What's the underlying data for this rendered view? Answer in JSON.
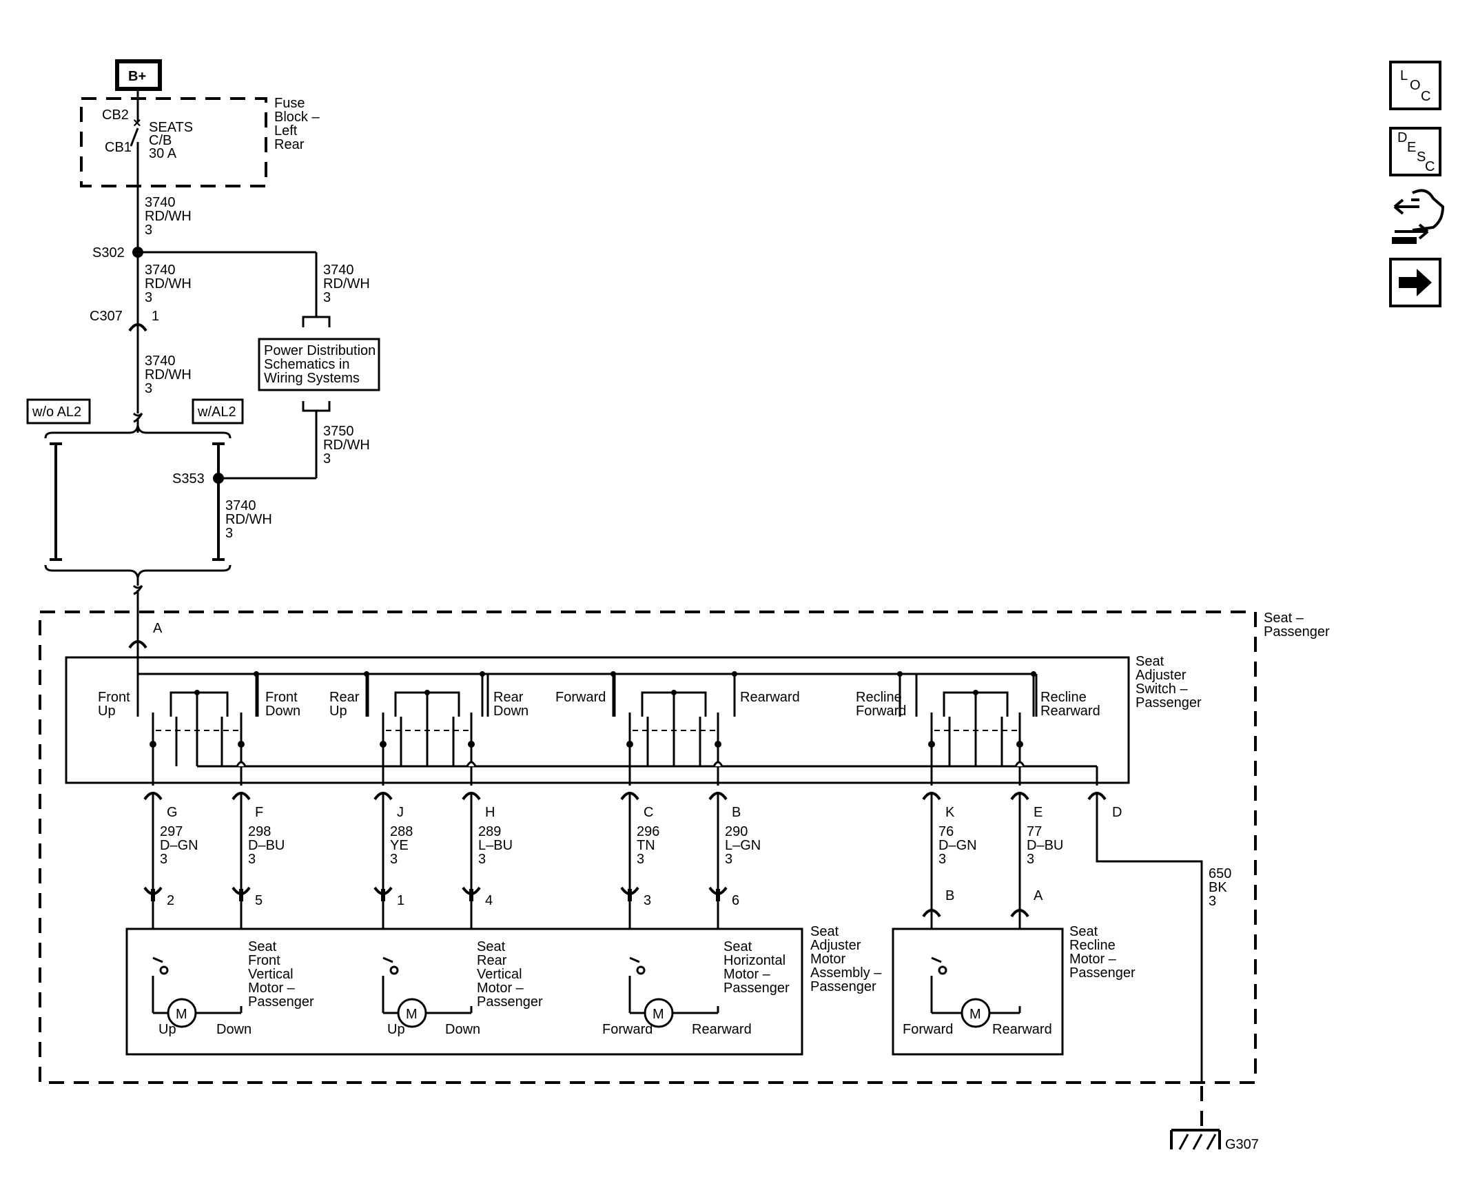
{
  "top": {
    "bplus": "B+",
    "fuse_block": [
      "Fuse",
      "Block –",
      "Left",
      "Rear"
    ],
    "cb2": "CB2",
    "cb1": "CB1",
    "seats_cb": [
      "SEATS",
      "C/B",
      "30 A"
    ],
    "wire1": [
      "3740",
      "RD/WH",
      "3"
    ],
    "s302": "S302",
    "wire2": [
      "3740",
      "RD/WH",
      "3"
    ],
    "wire3": [
      "3740",
      "RD/WH",
      "3"
    ],
    "c307": "C307",
    "c307_pin": "1",
    "wire4": [
      "3740",
      "RD/WH",
      "3"
    ],
    "power_dist": [
      "Power Distribution",
      "Schematics in",
      "Wiring Systems"
    ],
    "wire5": [
      "3750",
      "RD/WH",
      "3"
    ],
    "wo_al2": "w/o AL2",
    "w_al2": "w/AL2",
    "s353": "S353",
    "wire6": [
      "3740",
      "RD/WH",
      "3"
    ]
  },
  "seat_passenger": [
    "Seat –",
    "Passenger"
  ],
  "pin_a": "A",
  "switch": {
    "name": [
      "Seat",
      "Adjuster",
      "Switch –",
      "Passenger"
    ],
    "labels": {
      "front_up": [
        "Front",
        "Up"
      ],
      "front_down": [
        "Front",
        "Down"
      ],
      "rear_up": [
        "Rear",
        "Up"
      ],
      "rear_down": [
        "Rear",
        "Down"
      ],
      "forward": "Forward",
      "rearward": "Rearward",
      "recline_forward": [
        "Recline",
        "Forward"
      ],
      "recline_rearward": [
        "Recline",
        "Rearward"
      ]
    }
  },
  "circuits": [
    {
      "pin": "G",
      "circuit": "297",
      "color": "D–GN",
      "gauge": "3",
      "motor_pin": "2"
    },
    {
      "pin": "F",
      "circuit": "298",
      "color": "D–BU",
      "gauge": "3",
      "motor_pin": "5"
    },
    {
      "pin": "J",
      "circuit": "288",
      "color": "YE",
      "gauge": "3",
      "motor_pin": "1"
    },
    {
      "pin": "H",
      "circuit": "289",
      "color": "L–BU",
      "gauge": "3",
      "motor_pin": "4"
    },
    {
      "pin": "C",
      "circuit": "296",
      "color": "TN",
      "gauge": "3",
      "motor_pin": "3"
    },
    {
      "pin": "B",
      "circuit": "290",
      "color": "L–GN",
      "gauge": "3",
      "motor_pin": "6"
    },
    {
      "pin": "K",
      "circuit": "76",
      "color": "D–GN",
      "gauge": "3",
      "motor_pin": "B"
    },
    {
      "pin": "E",
      "circuit": "77",
      "color": "D–BU",
      "gauge": "3",
      "motor_pin": "A"
    }
  ],
  "ground": {
    "pin": "D",
    "wire": [
      "650",
      "BK",
      "3"
    ],
    "label": "G307"
  },
  "motors": {
    "front_vertical": [
      "Seat",
      "Front",
      "Vertical",
      "Motor –",
      "Passenger"
    ],
    "rear_vertical": [
      "Seat",
      "Rear",
      "Vertical",
      "Motor –",
      "Passenger"
    ],
    "horizontal": [
      "Seat",
      "Horizontal",
      "Motor –",
      "Passenger"
    ],
    "assembly": [
      "Seat",
      "Adjuster",
      "Motor",
      "Assembly –",
      "Passenger"
    ],
    "recline": [
      "Seat",
      "Recline",
      "Motor –",
      "Passenger"
    ],
    "m": "M",
    "up": "Up",
    "down": "Down",
    "forward": "Forward",
    "rearward": "Rearward"
  },
  "side_icons": {
    "loc": [
      "L",
      "O",
      "C"
    ],
    "desc": [
      "D",
      "E",
      "S",
      "C"
    ],
    "icons": [
      "loc-icon",
      "desc-icon",
      "harness-connector-icon",
      "next-arrow-icon"
    ]
  }
}
